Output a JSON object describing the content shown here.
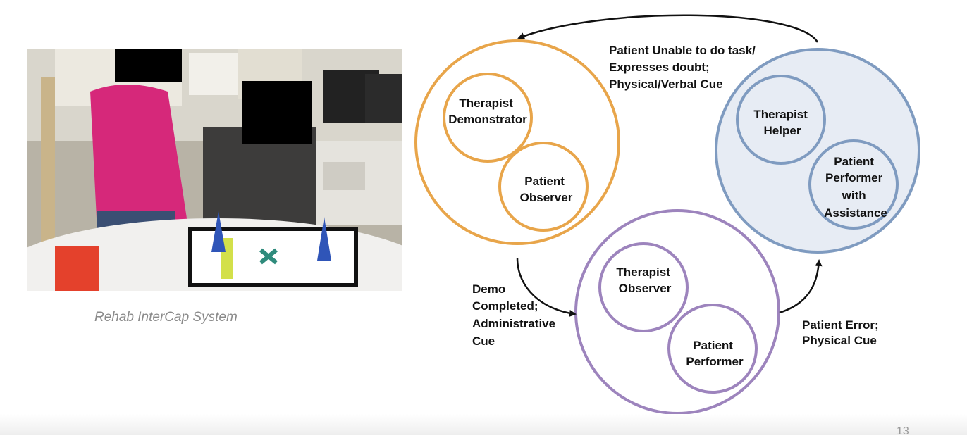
{
  "photo": {
    "caption": "Rehab InterCap System"
  },
  "diagram": {
    "states": [
      {
        "id": "demonstration",
        "roles": [
          {
            "lines": [
              "Therapist",
              "Demonstrator"
            ]
          },
          {
            "lines": [
              "Patient",
              "Observer"
            ]
          }
        ]
      },
      {
        "id": "assistance",
        "roles": [
          {
            "lines": [
              "Therapist",
              "Helper"
            ]
          },
          {
            "lines": [
              "Patient",
              "Performer",
              "with",
              "Assistance"
            ]
          }
        ]
      },
      {
        "id": "performance",
        "roles": [
          {
            "lines": [
              "Therapist",
              "Observer"
            ]
          },
          {
            "lines": [
              "Patient",
              "Performer"
            ]
          }
        ]
      }
    ],
    "transitions": [
      {
        "from": "assistance",
        "to": "demonstration",
        "lines": [
          "Patient  Unable to do task/",
          "Expresses doubt;",
          "Physical/Verbal Cue"
        ]
      },
      {
        "from": "demonstration",
        "to": "performance",
        "lines": [
          "Demo",
          "Completed;",
          "Administrative",
          "Cue"
        ]
      },
      {
        "from": "performance",
        "to": "assistance",
        "lines": [
          "Patient Error;",
          "Physical Cue"
        ]
      }
    ],
    "colors": {
      "demonstration": "#e8a54a",
      "assistance": "#7f9bc0",
      "assistance_fill": "#e7ecf4",
      "performance": "#9d84bd"
    }
  },
  "page_number": "13"
}
